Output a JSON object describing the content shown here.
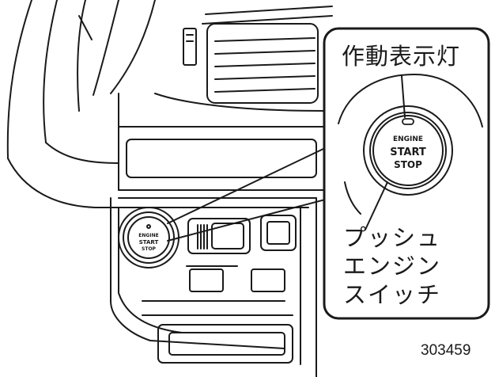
{
  "labels": {
    "indicator_lamp": "作動表示灯",
    "push_switch_line1": "プッシュ",
    "push_switch_line2": "エンジン",
    "push_switch_line3": "スイッチ"
  },
  "button": {
    "line1": "ENGINE",
    "line2": "START",
    "line3": "STOP"
  },
  "figure_id": "303459",
  "colors": {
    "line": "#1a1a1a",
    "background": "#ffffff"
  }
}
